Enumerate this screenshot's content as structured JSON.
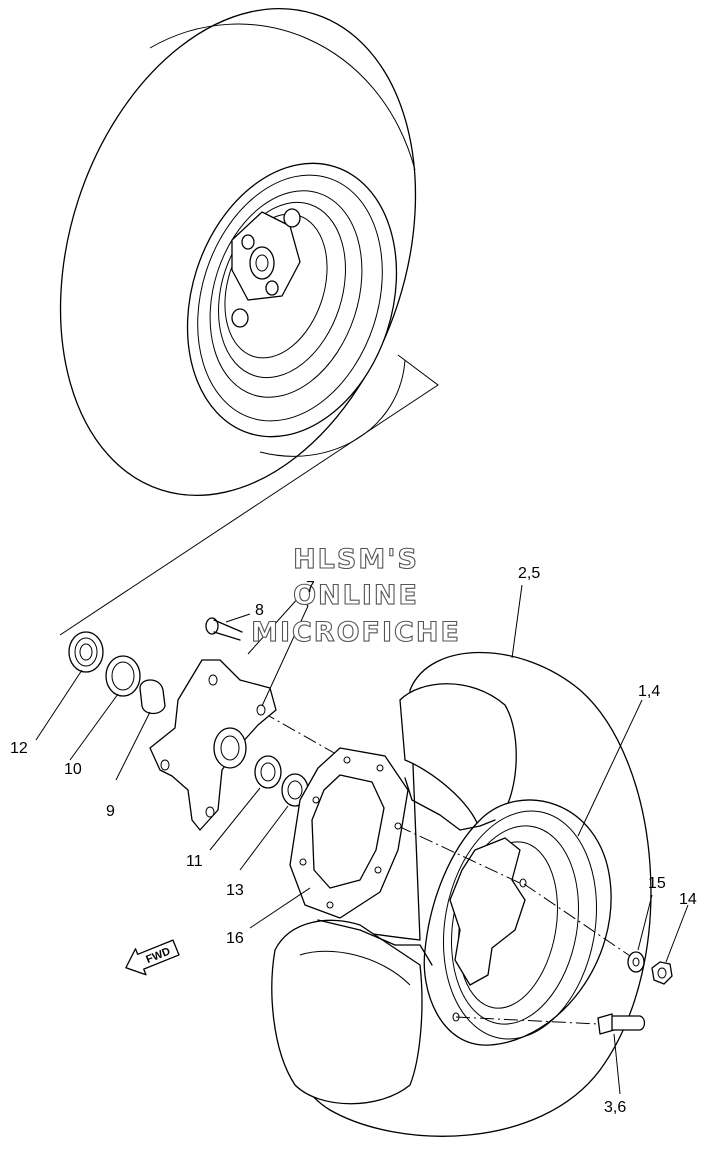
{
  "watermark": {
    "line1": "HLSM'S",
    "line2": "ONLINE",
    "line3": "MICROFICHE"
  },
  "fwd_label": "FWD",
  "callouts": {
    "c_2_5": "2,5",
    "c_1_4": "1,4",
    "c_7": "7",
    "c_8": "8",
    "c_12": "12",
    "c_10": "10",
    "c_9": "9",
    "c_11": "11",
    "c_13": "13",
    "c_16": "16",
    "c_15": "15",
    "c_14": "14",
    "c_3_6": "3,6"
  }
}
